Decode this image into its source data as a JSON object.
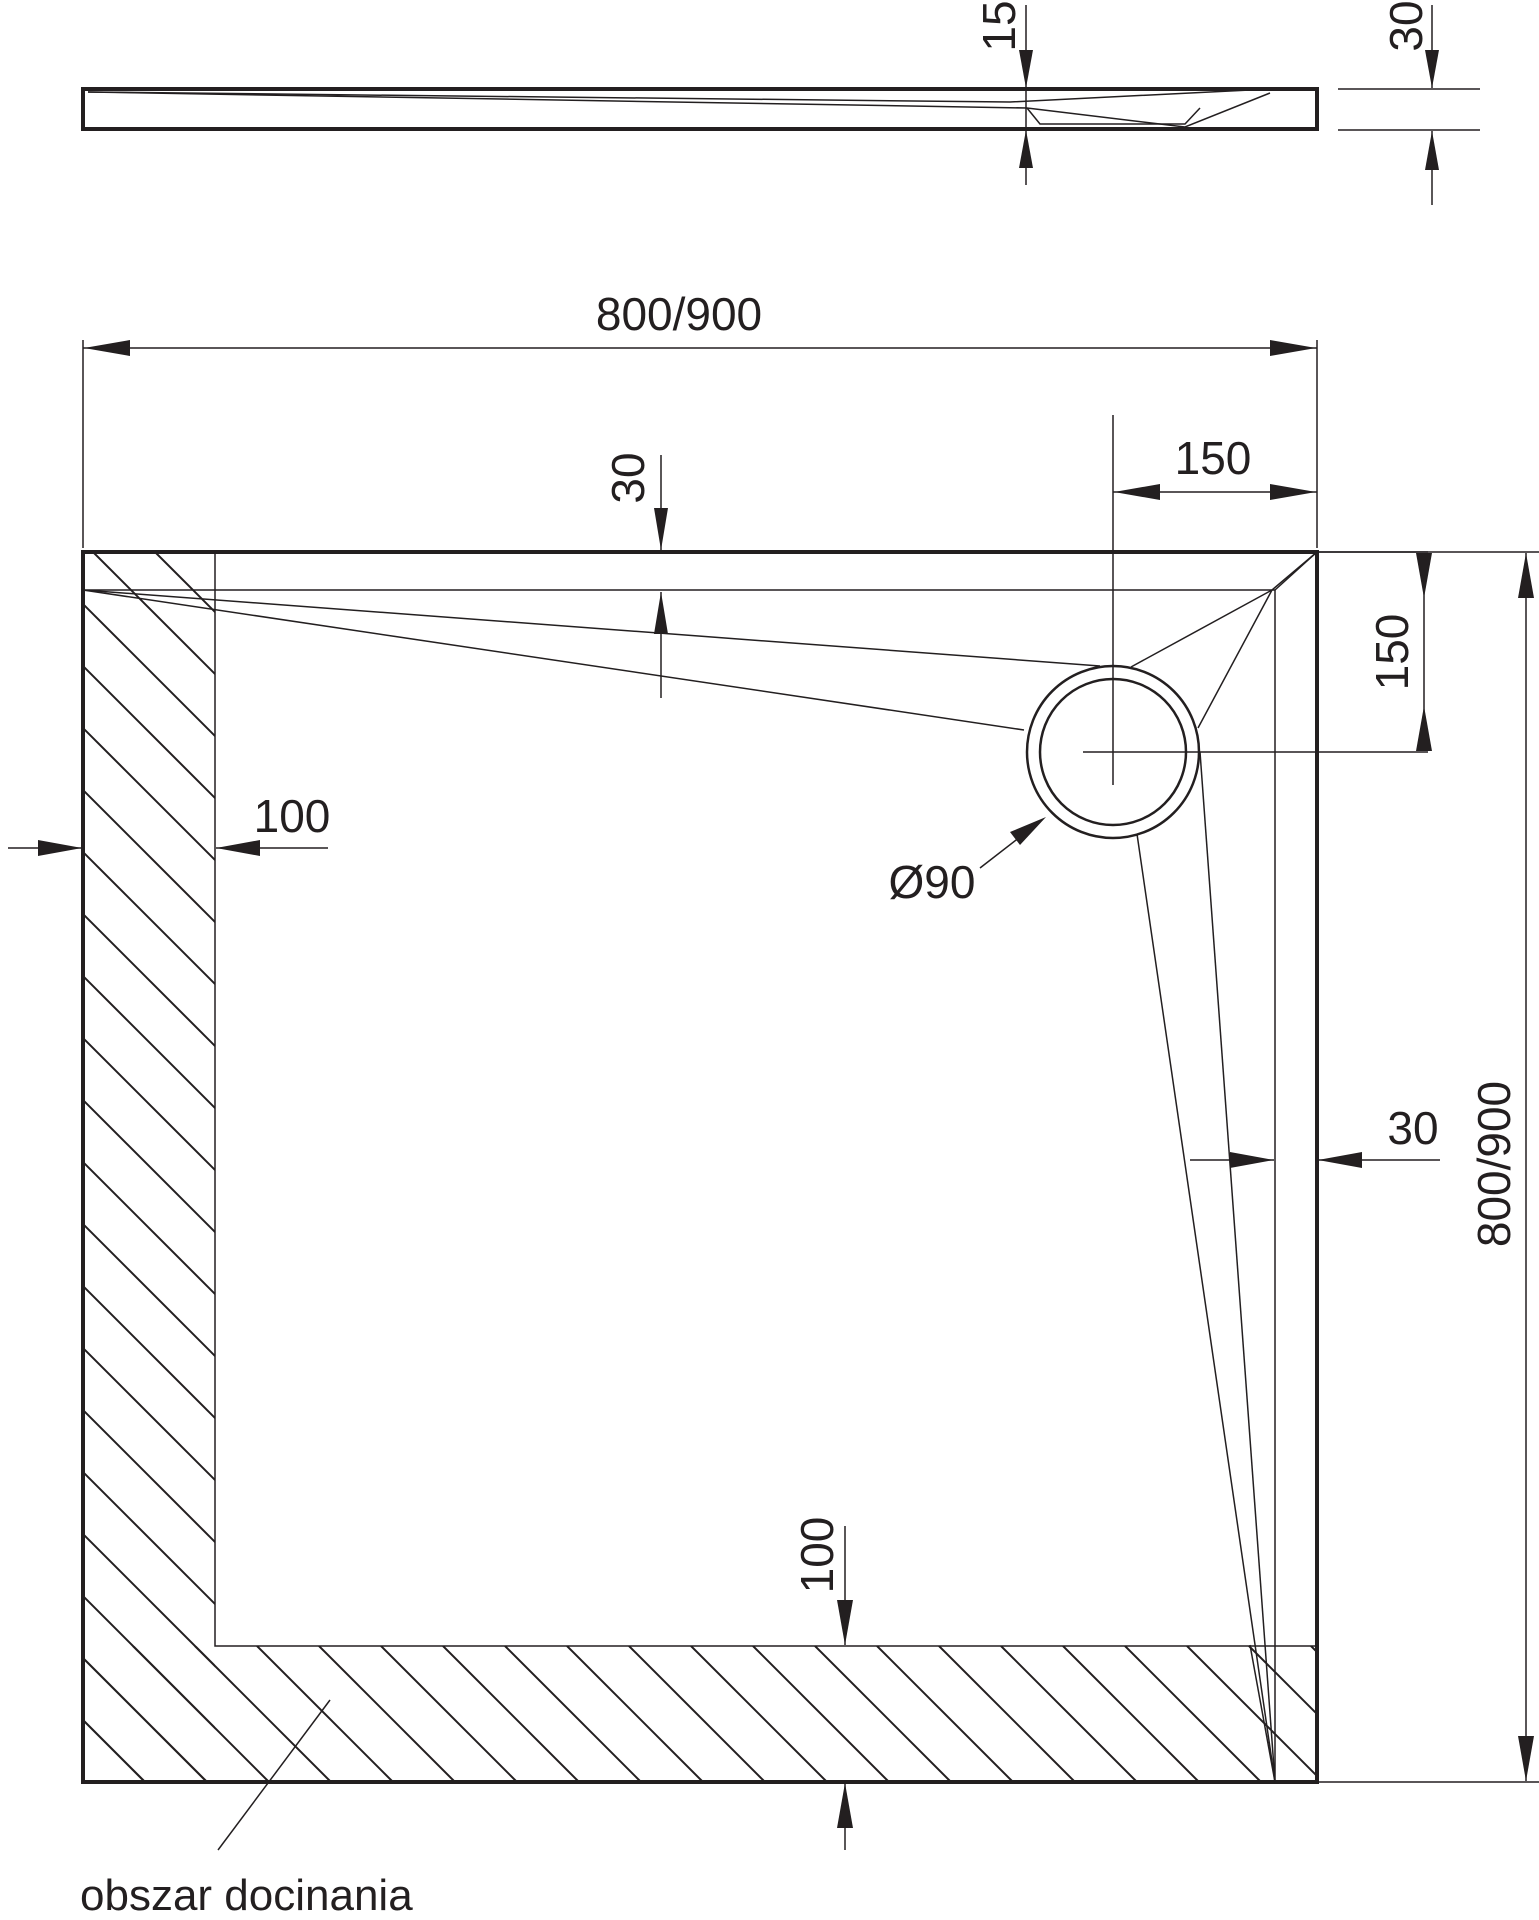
{
  "dimensions": {
    "side_rim_height": "15",
    "side_total_height": "30",
    "width": "800/900",
    "length": "800/900",
    "top_rim": "30",
    "right_rim": "30",
    "drain_offset_x": "150",
    "drain_offset_y": "150",
    "drain_diameter": "Ø90",
    "trim_left": "100",
    "trim_bottom": "100"
  },
  "labels": {
    "trim_area": "obszar docinania"
  }
}
